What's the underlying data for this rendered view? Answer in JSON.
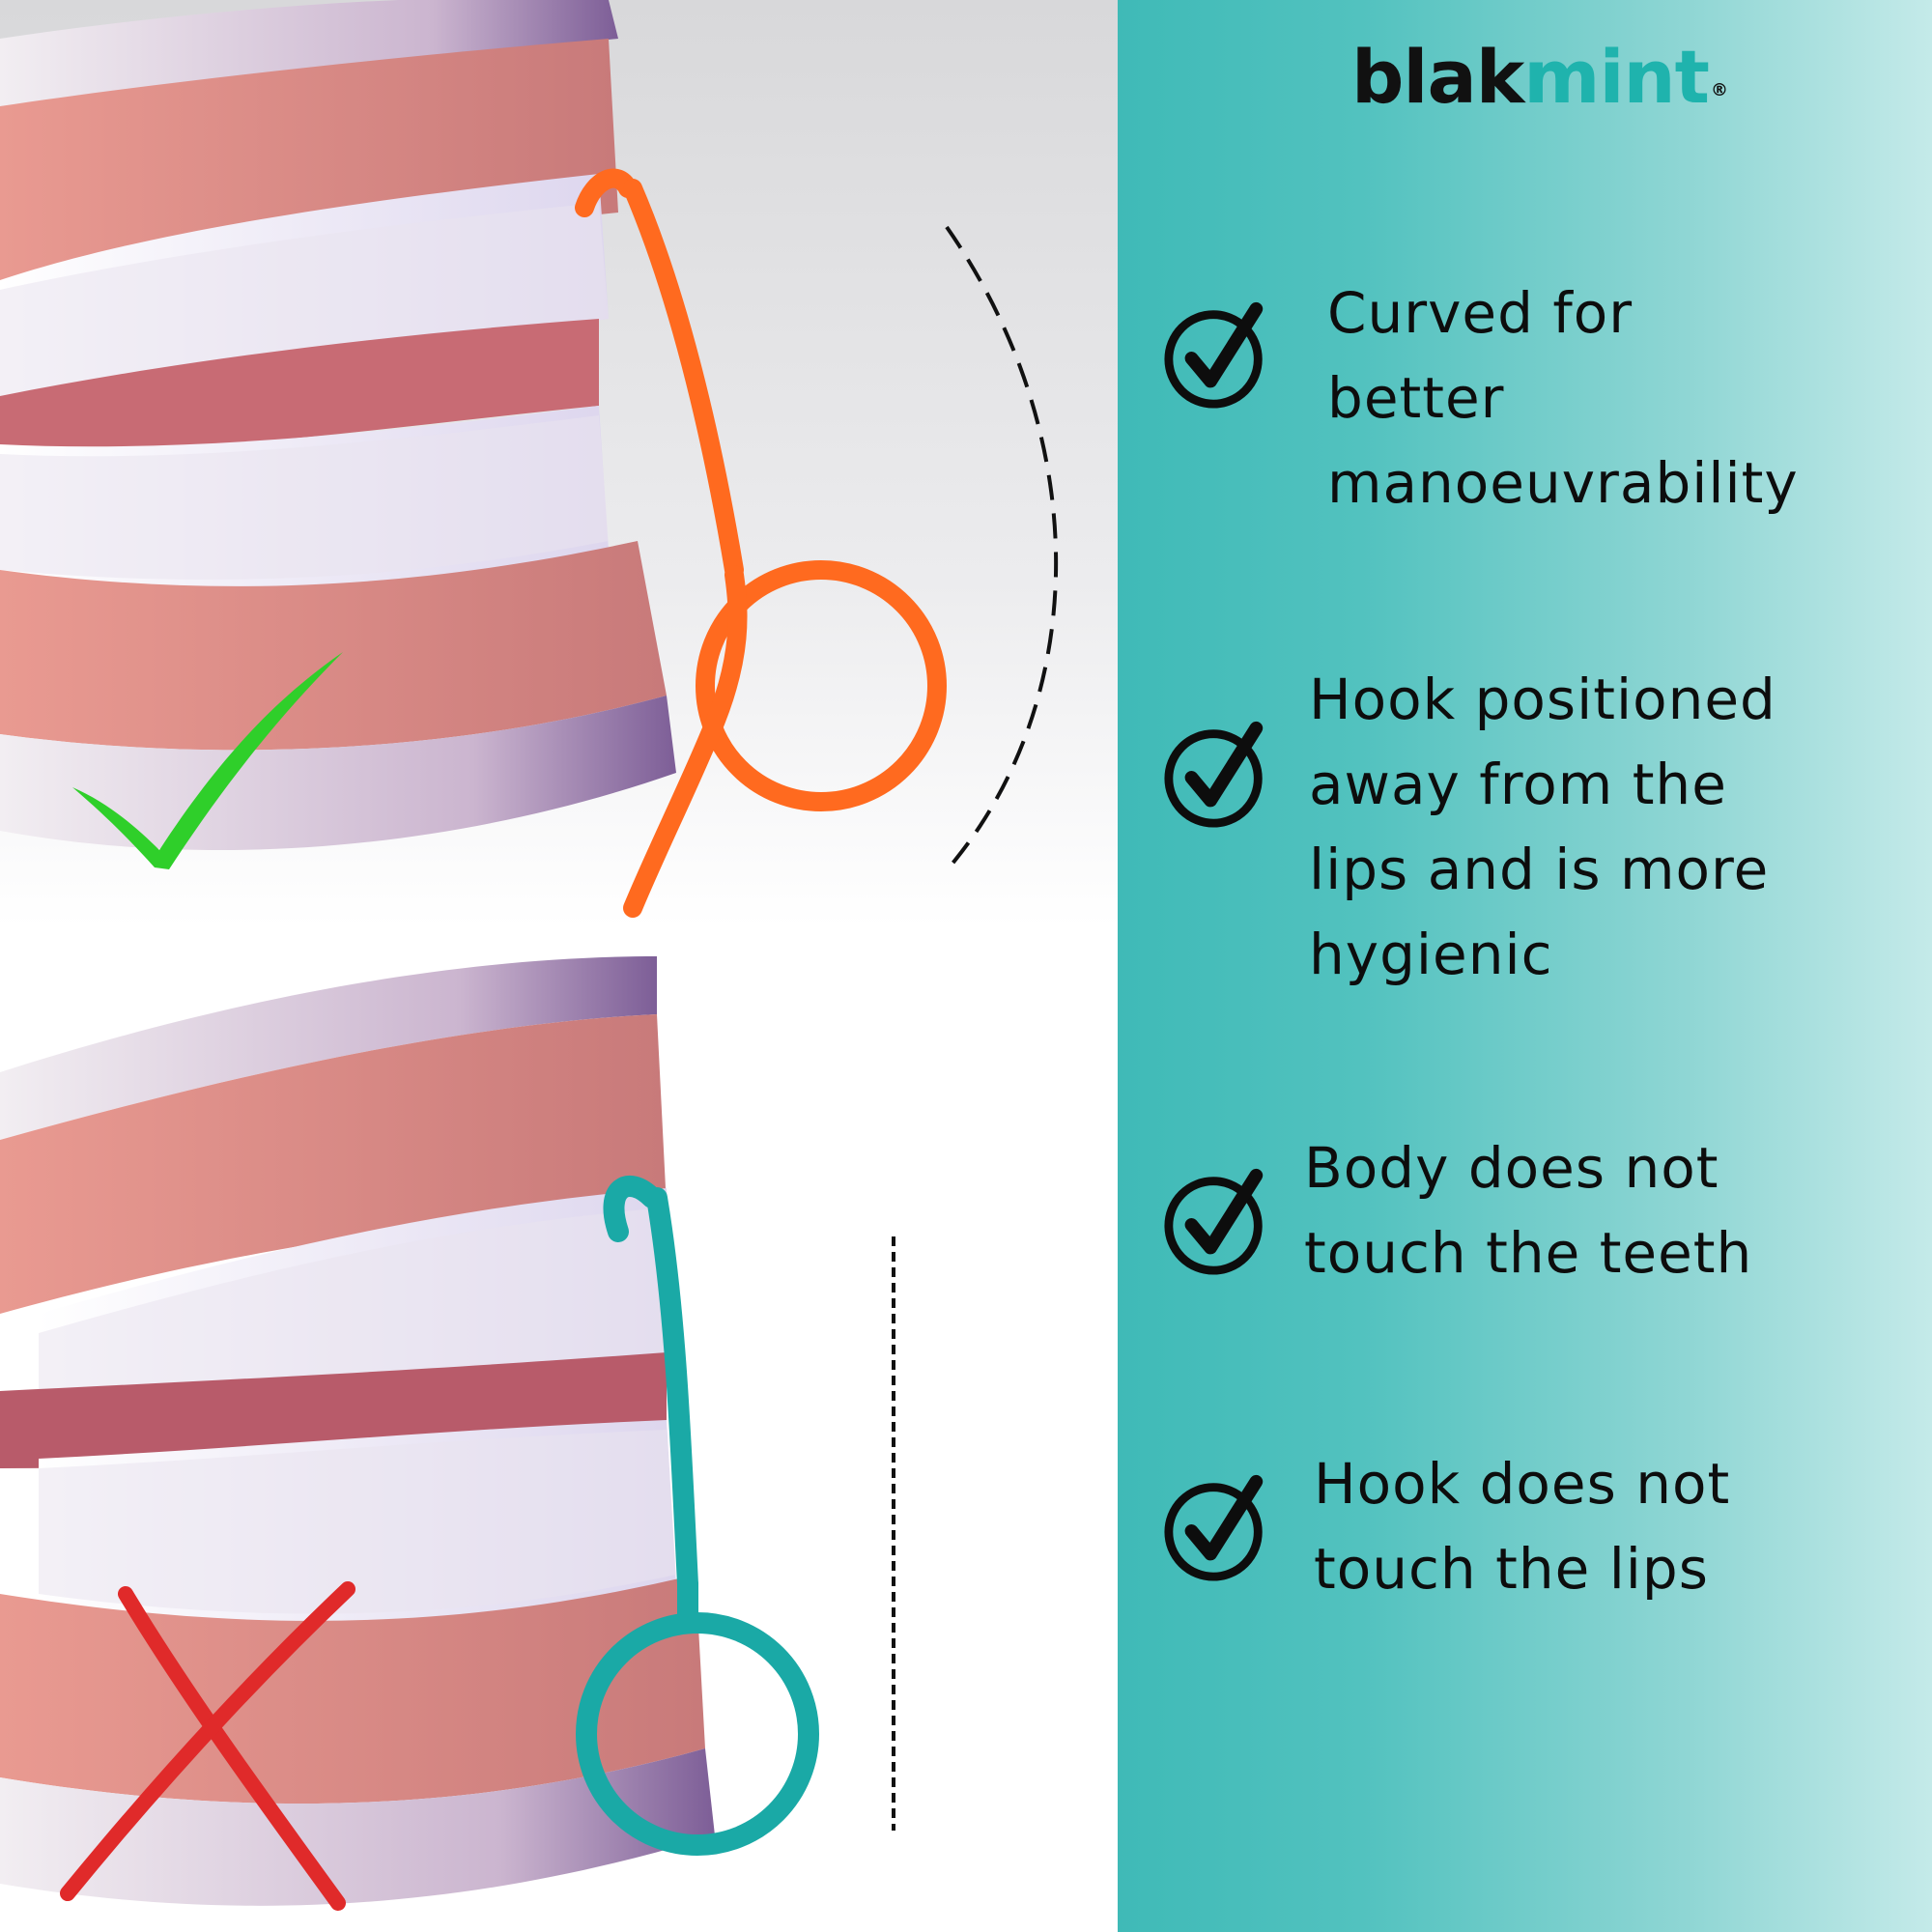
{
  "brand": {
    "name_part_1": "blak",
    "name_part_2": "mint",
    "registered_mark": "®"
  },
  "features": [
    {
      "text": "Curved for\nbetter\nmanoeuvrability",
      "icon": "check-circle-icon"
    },
    {
      "text": "Hook positioned\naway from the\nlips and is more\nhygienic",
      "icon": "check-circle-icon"
    },
    {
      "text": "Body does not\ntouch the teeth",
      "icon": "check-circle-icon"
    },
    {
      "text": "Hook does not\ntouch the lips",
      "icon": "check-circle-icon"
    }
  ],
  "colors": {
    "panel_teal": "#3fbab7",
    "panel_light": "#c4eae9",
    "tool_orange": "#ff6a1f",
    "tool_teal": "#1aa9a6",
    "correct_mark": "#2fcf2a",
    "wrong_mark": "#e02a2a",
    "text": "#0d0d0d"
  },
  "images": {
    "top": "dental model with clear aligner and curved orange aligner removal tool, marked correct",
    "bottom": "dental model with clear aligner and straight teal aligner removal tool, marked wrong"
  }
}
